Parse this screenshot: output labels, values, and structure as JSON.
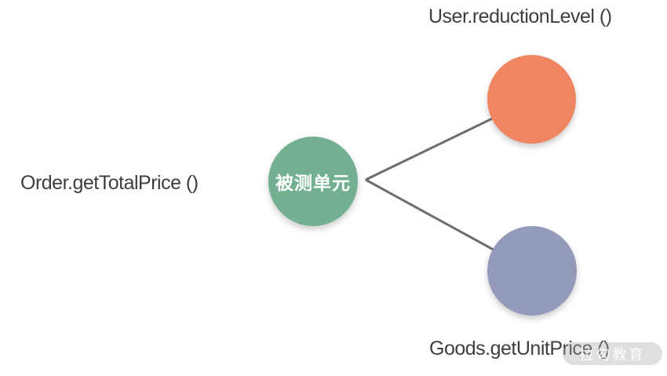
{
  "diagram": {
    "title_hint": "unit-under-test-dependency-diagram",
    "background_color": "#FFFFFF",
    "label_text_color": "#3E3E3E",
    "connector_color": "#6E6E6E",
    "center_node": {
      "label": "被测单元",
      "color": "#72B091",
      "label_color": "#FFFFFF"
    },
    "labels": {
      "left": "Order.getTotalPrice ()",
      "top_right": "User.reductionLevel ()",
      "bottom_right": "Goods.getUnitPrice ()"
    },
    "dependency_nodes": {
      "top": {
        "color": "#F08562"
      },
      "bottom": {
        "color": "#949BBA"
      }
    }
  },
  "watermark": {
    "text": "拉勾教育"
  }
}
